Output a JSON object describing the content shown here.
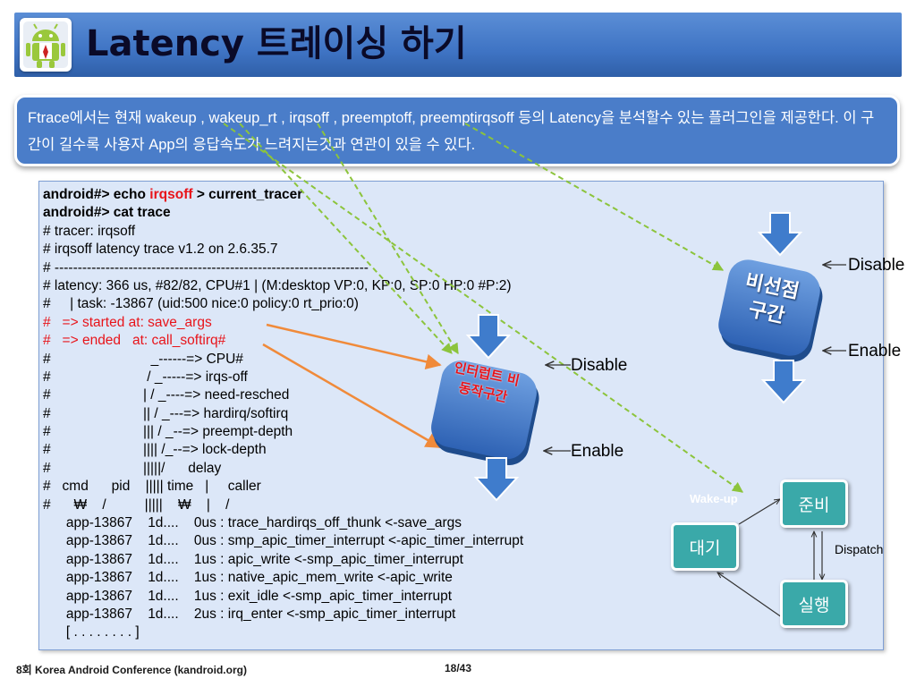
{
  "slide": {
    "title": "Latency 트레이싱 하기",
    "description": "Ftrace에서는 현재 wakeup , wakeup_rt , irqsoff , preemptoff, preemptirqsoff 등의 Latency을 분석할수 있는 플러그인을 제공한다. 이 구간이 길수록 사용자 App의 응답속도가 느려지는것과 연관이 있을 수 있다."
  },
  "trace": {
    "cmd1_prefix": "android#> echo ",
    "cmd1_highlight": "irqsoff",
    "cmd1_suffix": " > current_tracer",
    "cmd2": "android#> cat trace",
    "lines": [
      "# tracer: irqsoff",
      "# irqsoff latency trace v1.2 on 2.6.35.7",
      "# --------------------------------------------------------------------",
      "# latency: 366 us, #82/82, CPU#1 | (M:desktop VP:0, KP:0, SP:0 HP:0 #P:2)",
      "#     | task: -13867 (uid:500 nice:0 policy:0 rt_prio:0)",
      "#   => started at: save_args",
      "#   => ended   at: call_softirq#",
      "#                          _------=> CPU#",
      "#                         / _-----=> irqs-off",
      "#                        | / _----=> need-resched",
      "#                        || / _---=> hardirq/softirq",
      "#                        ||| / _--=> preempt-depth",
      "#                        |||| /_--=> lock-depth",
      "#                        |||||/      delay",
      "#   cmd      pid    ||||| time   |     caller",
      "#      ₩    /          |||||    ₩    |    /",
      "      app-13867    1d....    0us : trace_hardirqs_off_thunk <-save_args",
      "      app-13867    1d....    0us : smp_apic_timer_interrupt <-apic_timer_interrupt",
      "      app-13867    1d....    1us : apic_write <-smp_apic_timer_interrupt",
      "      app-13867    1d....    1us : native_apic_mem_write <-apic_write",
      "      app-13867    1d....    1us : exit_idle <-smp_apic_timer_interrupt",
      "      app-13867    1d....    2us : irq_enter <-smp_apic_timer_interrupt",
      "      [ . . . . . . . . ]"
    ]
  },
  "diagram": {
    "interrupt_button": "인터럽트 비동작구간",
    "preempt_button": "비선점 구간",
    "label_disable_1": "Disable",
    "label_enable_1": "Enable",
    "label_disable_2": "Disable",
    "label_enable_2": "Enable",
    "state_ready": "준비",
    "state_wait": "대기",
    "state_run": "실행",
    "wakeup_label": "Wake-up",
    "dispatch_label": "Dispatch"
  },
  "footer": {
    "left": "8회 Korea Android Conference (kandroid.org)",
    "page": "18/43"
  },
  "colors": {
    "title_bar": "#3f74c4",
    "desc_box": "#4a7dc9",
    "trace_bg": "#dce7f8",
    "highlight_red": "#e8141a",
    "state_teal": "#3aa9a9",
    "button_blue": "#3e78c8",
    "arrow_orange": "#f08a3a",
    "dashed_green": "#8cc43c",
    "down_arrow_blue": "#3f7ccc"
  }
}
